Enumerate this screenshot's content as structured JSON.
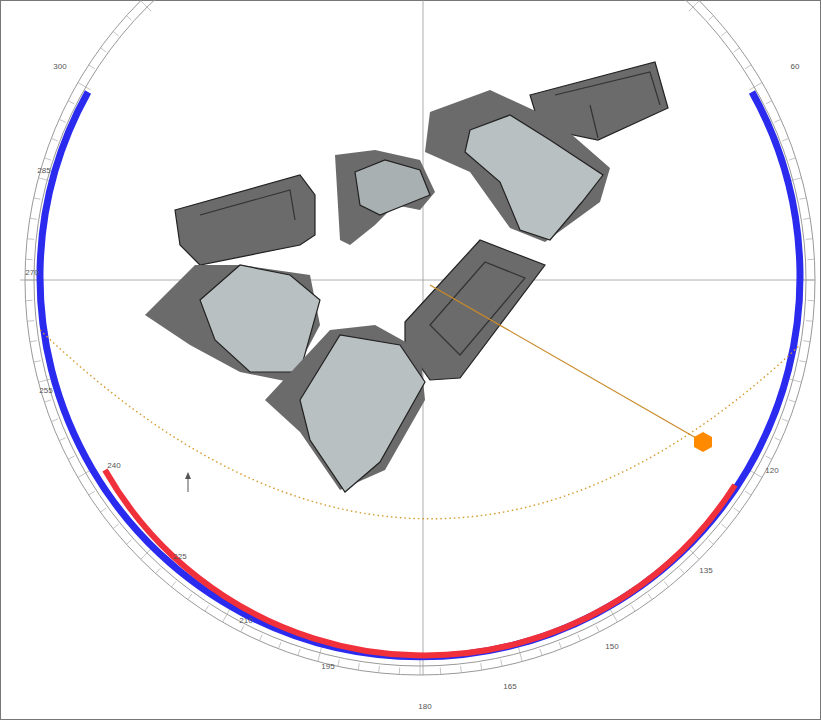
{
  "diagram": {
    "labels": [
      "300",
      "60",
      "285",
      "270",
      "255",
      "240",
      "225",
      "210",
      "195",
      "180",
      "165",
      "150",
      "135",
      "120"
    ]
  }
}
